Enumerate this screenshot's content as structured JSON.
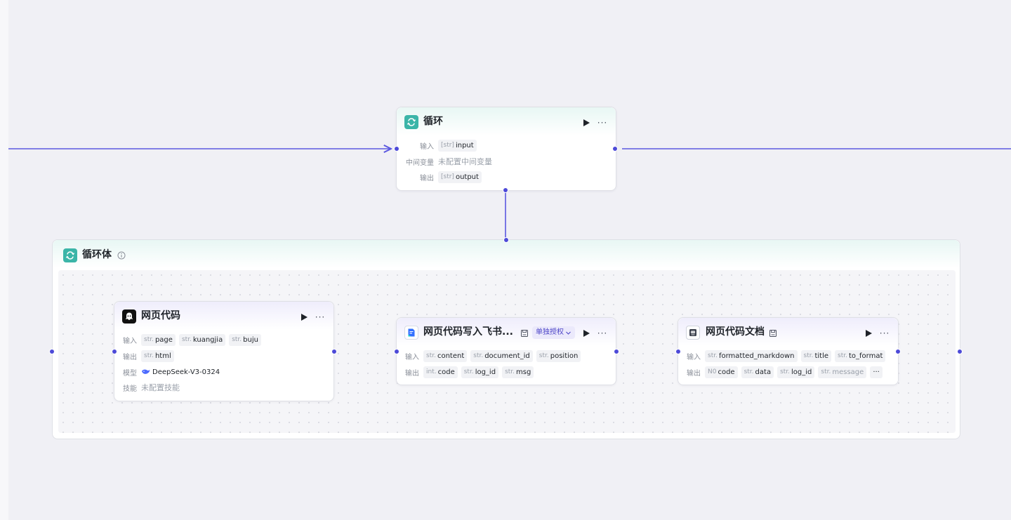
{
  "loop_node": {
    "title": "循环",
    "input_label": "输入",
    "input_chips": [
      {
        "type": "[str]",
        "name": "input"
      }
    ],
    "mid_label": "中间变量",
    "mid_placeholder": "未配置中间变量",
    "output_label": "输出",
    "output_chips": [
      {
        "type": "[str]",
        "name": "output"
      }
    ]
  },
  "loop_body": {
    "title": "循环体"
  },
  "web_code_node": {
    "title": "网页代码",
    "input_label": "输入",
    "input_chips": [
      {
        "type": "str.",
        "name": "page"
      },
      {
        "type": "str.",
        "name": "kuangjia"
      },
      {
        "type": "str.",
        "name": "buju"
      }
    ],
    "output_label": "输出",
    "output_chips": [
      {
        "type": "str.",
        "name": "html"
      }
    ],
    "model_label": "模型",
    "model_value": "DeepSeek-V3-0324",
    "skill_label": "技能",
    "skill_placeholder": "未配置技能"
  },
  "feishu_node": {
    "title": "网页代码写入飞书...",
    "auth_label": "单独授权",
    "input_label": "输入",
    "input_chips": [
      {
        "type": "str.",
        "name": "content"
      },
      {
        "type": "str.",
        "name": "document_id"
      },
      {
        "type": "str.",
        "name": "position"
      }
    ],
    "output_label": "输出",
    "output_chips": [
      {
        "type": "int.",
        "name": "code"
      },
      {
        "type": "str.",
        "name": "log_id"
      },
      {
        "type": "str.",
        "name": "msg"
      }
    ]
  },
  "doc_node": {
    "title": "网页代码文档",
    "input_label": "输入",
    "input_chips": [
      {
        "type": "str.",
        "name": "formatted_markdown"
      },
      {
        "type": "str.",
        "name": "title"
      },
      {
        "type": "str.",
        "name": "to_format"
      }
    ],
    "output_label": "输出",
    "output_chips": [
      {
        "type": "N0",
        "name": "code"
      },
      {
        "type": "str.",
        "name": "data"
      },
      {
        "type": "str.",
        "name": "log_id"
      },
      {
        "type": "str.",
        "name": "message"
      }
    ],
    "overflow": "···"
  },
  "colors": {
    "edge": "#5b58e0",
    "port": "#4d4ad8",
    "loop_icon": "#3bb5a8",
    "auth_text": "#4e46c8",
    "auth_bg": "#ebe9fb"
  },
  "icons": {
    "loop": "loop-arrows-icon",
    "run": "play-icon",
    "more": "more-dots-icon",
    "info": "info-icon",
    "llm": "llm-bot-icon",
    "feishu": "feishu-doc-icon",
    "doc": "doc-robot-icon",
    "save": "save-icon",
    "model": "deepseek-whale-icon",
    "dropdown": "chevron-down-icon"
  }
}
